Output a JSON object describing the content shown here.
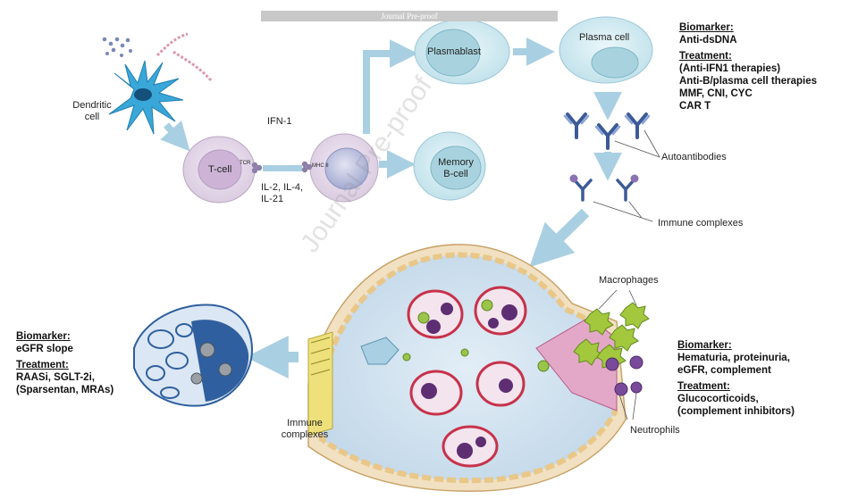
{
  "banner": "Journal Pre-proof",
  "watermark": "Journal Pre-proof",
  "labels": {
    "dendritic_cell": [
      "Dendritic",
      "cell"
    ],
    "t_cell": "T-cell",
    "tcr": "TCR",
    "mhc": "MHC II",
    "ifn": "IFN-1",
    "interleukins": [
      "IL-2, IL-4,",
      "IL-21"
    ],
    "plasmablast": "Plasmablast",
    "memory_b_cell": [
      "Memory",
      "B-cell"
    ],
    "plasma_cell": "Plasma cell",
    "autoantibodies": "Autoantibodies",
    "immune_complexes_top": "Immune complexes",
    "macrophages": "Macrophages",
    "neutrophils": "Neutrophils",
    "immune_complexes_bottom": [
      "Immune",
      "complexes"
    ]
  },
  "panels": {
    "top_right": {
      "biomarker_heading": "Biomarker:",
      "biomarker": "Anti-dsDNA",
      "treatment_heading": "Treatment:",
      "treatments": [
        "(Anti-IFN1 therapies)",
        "Anti-B/plasma cell therapies",
        "MMF, CNI, CYC",
        "CAR T"
      ]
    },
    "bottom_right": {
      "biomarker_heading": "Biomarker:",
      "biomarkers": [
        "Hematuria, proteinuria,",
        "eGFR, complement"
      ],
      "treatment_heading": "Treatment:",
      "treatments": [
        "Glucocorticoids,",
        "(complement inhibitors)"
      ]
    },
    "left": {
      "biomarker_heading": "Biomarker:",
      "biomarker": "eGFR slope",
      "treatment_heading": "Treatment:",
      "treatments": [
        "RAASi, SGLT-2i,",
        "(Sparsentan, MRAs)"
      ]
    }
  },
  "colors": {
    "arrow": "#a9cfe2",
    "b_cell_fill": "#d6edf2",
    "t_cell_fill": "#e6dcea",
    "t_cell_nucleus": "#cdb4d7",
    "dendritic": "#3aa7d9",
    "antibody_heavy": "#3d5a98",
    "antibody_light": "#8aa4d8",
    "complex_ball": "#8a73b0",
    "kidney_tissue": "#f1e1c2",
    "tubule_cells": "#e9c788",
    "capillary_red": "#c7324a",
    "nucleus_purple": "#5e2e72",
    "fibrotic_blue": "#2f5f9e"
  }
}
